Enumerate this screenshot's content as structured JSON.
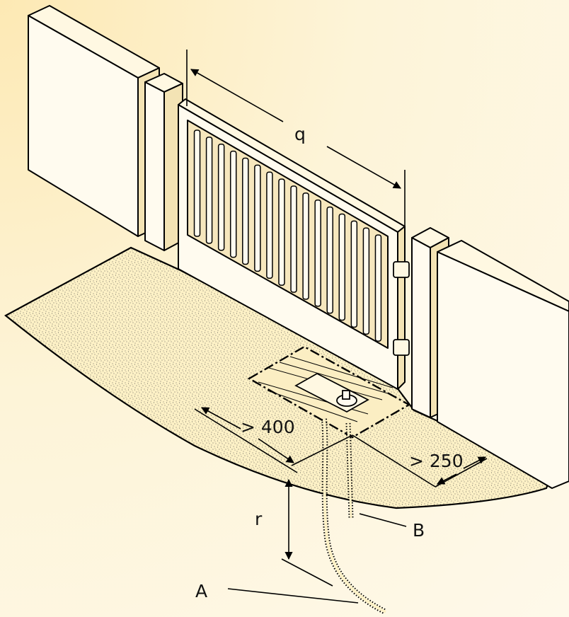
{
  "labels": {
    "q": "q",
    "dim_400": "> 400",
    "dim_250": "> 250",
    "r": "r",
    "A": "A",
    "B": "B"
  }
}
